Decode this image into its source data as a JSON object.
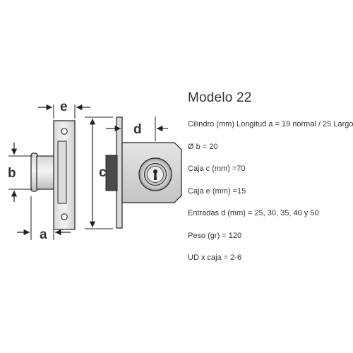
{
  "product": {
    "title": "Modelo 22"
  },
  "specs": [
    "Cilindro (mm) Longitud a =  19 normal / 25 Largo",
    "Ø b = 20",
    "Caja c (mm) =70",
    "Caja e (mm) =15",
    "Entradas d (mm) =   25, 30, 35, 40 y 50",
    "Peso (gr) = 120",
    "UD x caja = 2-6"
  ],
  "dimension_letters": {
    "a": "a",
    "b": "b",
    "c": "c",
    "d": "d",
    "e": "e"
  },
  "colors": {
    "text": "#333333",
    "metal_light": "#e6e6e6",
    "metal_mid": "#c8c8c8",
    "metal_dark": "#4a4a4a",
    "outline": "#222222"
  }
}
